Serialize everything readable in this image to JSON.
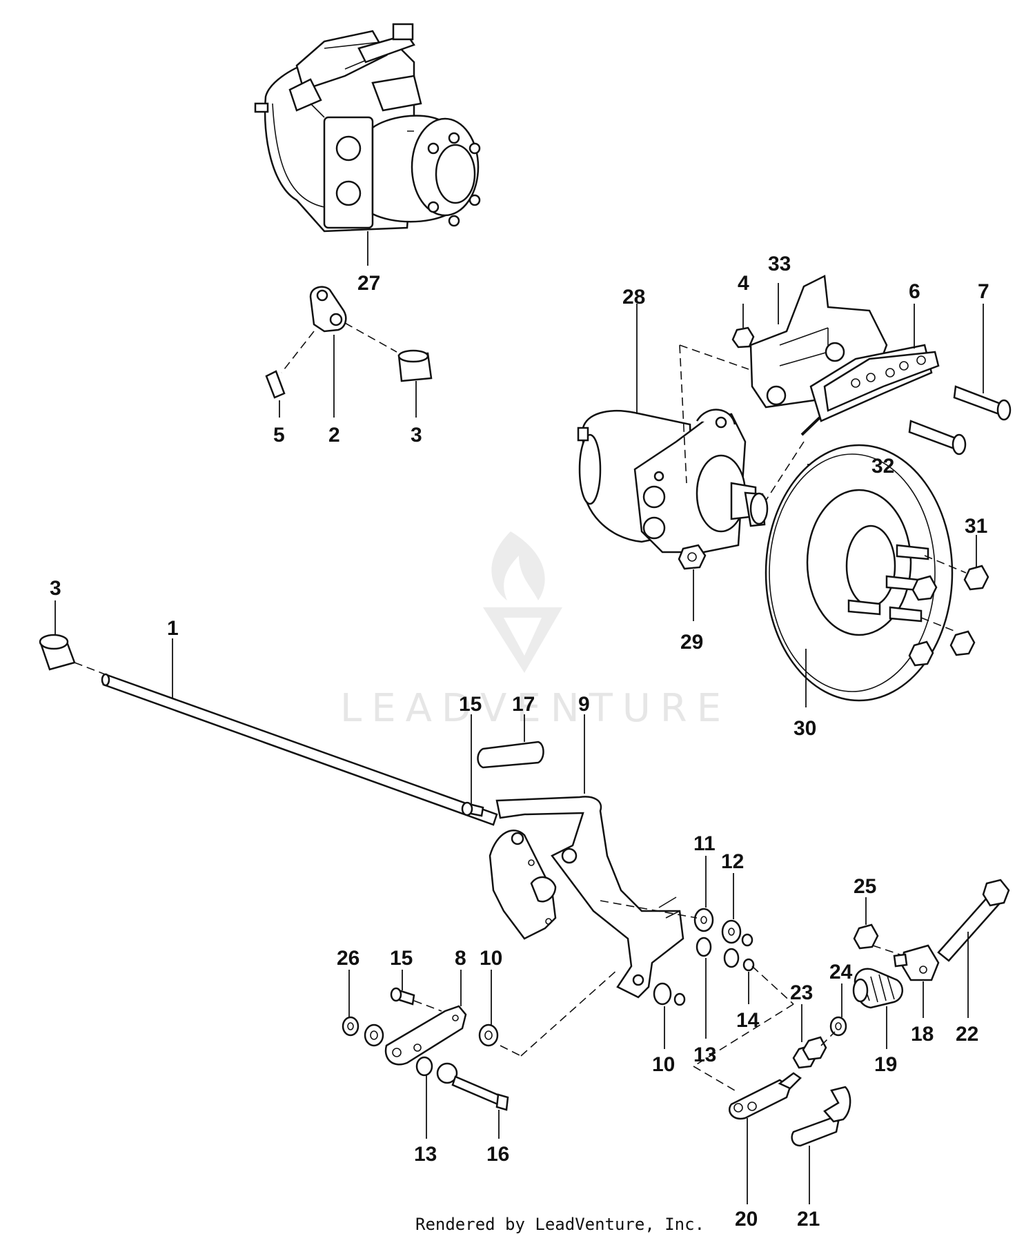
{
  "watermark": {
    "text": "LEADVENTURE"
  },
  "footer": {
    "text": "Rendered by LeadVenture, Inc."
  },
  "callouts": [
    {
      "id": "c27",
      "label": "27"
    },
    {
      "id": "c33",
      "label": "33"
    },
    {
      "id": "c4",
      "label": "4"
    },
    {
      "id": "c6",
      "label": "6"
    },
    {
      "id": "c7",
      "label": "7"
    },
    {
      "id": "c28",
      "label": "28"
    },
    {
      "id": "c5",
      "label": "5"
    },
    {
      "id": "c2",
      "label": "2"
    },
    {
      "id": "c3a",
      "label": "3"
    },
    {
      "id": "c32",
      "label": "32"
    },
    {
      "id": "c31",
      "label": "31"
    },
    {
      "id": "c3b",
      "label": "3"
    },
    {
      "id": "c1",
      "label": "1"
    },
    {
      "id": "c29",
      "label": "29"
    },
    {
      "id": "c30",
      "label": "30"
    },
    {
      "id": "c15a",
      "label": "15"
    },
    {
      "id": "c17",
      "label": "17"
    },
    {
      "id": "c9",
      "label": "9"
    },
    {
      "id": "c11",
      "label": "11"
    },
    {
      "id": "c12",
      "label": "12"
    },
    {
      "id": "c25",
      "label": "25"
    },
    {
      "id": "c26",
      "label": "26"
    },
    {
      "id": "c15b",
      "label": "15"
    },
    {
      "id": "c8",
      "label": "8"
    },
    {
      "id": "c10a",
      "label": "10"
    },
    {
      "id": "c14",
      "label": "14"
    },
    {
      "id": "c23",
      "label": "23"
    },
    {
      "id": "c24",
      "label": "24"
    },
    {
      "id": "c18",
      "label": "18"
    },
    {
      "id": "c22",
      "label": "22"
    },
    {
      "id": "c10b",
      "label": "10"
    },
    {
      "id": "c13a",
      "label": "13"
    },
    {
      "id": "c19",
      "label": "19"
    },
    {
      "id": "c13b",
      "label": "13"
    },
    {
      "id": "c16",
      "label": "16"
    },
    {
      "id": "c20",
      "label": "20"
    },
    {
      "id": "c21",
      "label": "21"
    }
  ]
}
